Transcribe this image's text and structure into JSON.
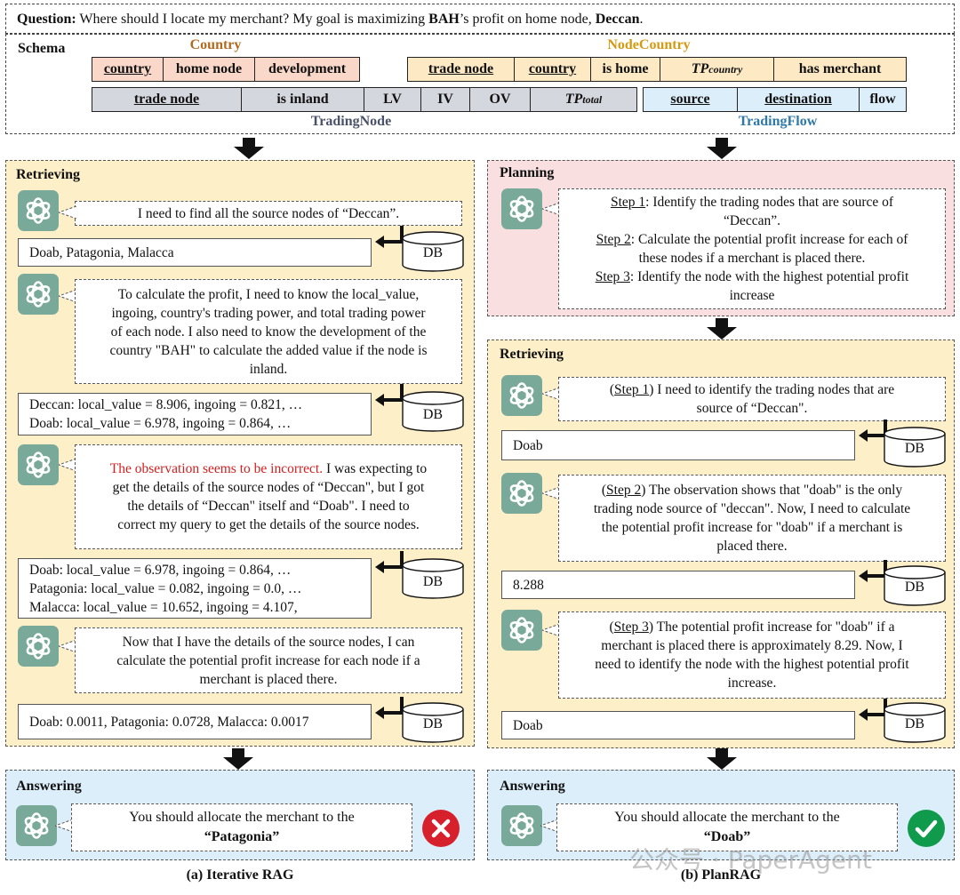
{
  "question": {
    "label": "Question:",
    "text_before": " Where should I locate my merchant? My goal is maximizing ",
    "bold_bah": "BAH",
    "text_mid": "’s profit on home node, ",
    "bold_deccan": "Deccan",
    "text_end": "."
  },
  "schema": {
    "label": "Schema",
    "country": {
      "name": "Country",
      "fields": [
        "country",
        "home node",
        "development"
      ]
    },
    "nodecountry": {
      "name": "NodeCountry",
      "fields": [
        "trade node",
        "country",
        "is home",
        "TP",
        "country",
        "has merchant"
      ]
    },
    "tradingnode": {
      "name": "TradingNode",
      "fields": [
        "trade node",
        "is inland",
        "LV",
        "IV",
        "OV",
        "TP",
        "total"
      ]
    },
    "tradingflow": {
      "name": "TradingFlow",
      "fields": [
        "source",
        "destination",
        "flow"
      ]
    },
    "colors": {
      "country": "#b36a1f",
      "nodecountry": "#d49a12",
      "tradingnode": "#4a5168",
      "tradingflow": "#2f79a8"
    }
  },
  "left": {
    "retrieving_title": "Retrieving",
    "b1": "I need to find all the source nodes of “Deccan”.",
    "o1": "Doab, Patagonia, Malacca",
    "b2": [
      "To calculate the profit, I need to know the local_value,",
      "ingoing, country's trading power, and total trading power",
      "of each node. I also need to know the development of the",
      "country \"BAH\" to calculate the added value if the node is",
      "inland."
    ],
    "o2": [
      "Deccan: local_value = 8.906, ingoing = 0.821, …",
      "Doab: local_value = 6.978, ingoing = 0.864, …"
    ],
    "b3_red": "The observation seems to be incorrect.",
    "b3_rest": [
      " I was expecting to",
      "get the details of the source nodes of “Deccan\", but I got",
      "the details of “Deccan\" itself and “Doab\". I need to",
      "correct my query to get the details of the source nodes."
    ],
    "o3": [
      "Doab: local_value = 6.978, ingoing = 0.864, …",
      "Patagonia: local_value = 0.082, ingoing = 0.0, …",
      "Malacca: local_value = 10.652, ingoing = 4.107,"
    ],
    "b4": [
      "Now that I have the details of the source nodes, I can",
      "calculate the potential profit increase for each node if a",
      "merchant is placed there."
    ],
    "o4": "Doab: 0.0011, Patagonia: 0.0728, Malacca: 0.0017",
    "answering_title": "Answering",
    "answer_line1": "You should allocate the merchant to the",
    "answer_line2": "“Patagonia”",
    "caption": "(a) Iterative RAG",
    "db": "DB"
  },
  "right": {
    "planning_title": "Planning",
    "step1_label": "Step 1",
    "step1_text": ": Identify the trading nodes that are source of",
    "step1_text2": "“Deccan”.",
    "step2_label": "Step 2",
    "step2_text": ": Calculate the potential profit increase for each of",
    "step2_text2": "these nodes if a merchant is placed there.",
    "step3_label": "Step 3",
    "step3_text": ": Identify the node with the highest potential profit",
    "step3_text2": "increase",
    "retrieving_title": "Retrieving",
    "r1_label": "Step 1",
    "r1_line1": ") I need to identify the trading nodes that are",
    "r1_line2": "source of “Deccan\".",
    "o1": "Doab",
    "r2_label": "Step 2",
    "r2_line1": ") The observation shows that \"doab\" is the only",
    "r2_lines": [
      "trading node source of \"deccan\". Now, I need to calculate",
      "the potential profit increase for \"doab\" if a merchant is",
      "placed there."
    ],
    "o2": "8.288",
    "r3_label": "Step 3",
    "r3_line1": ") The potential profit increase for \"doab\" if a",
    "r3_lines": [
      "merchant is placed there is approximately 8.29. Now, I",
      "need to identify the node with the highest potential profit",
      "increase."
    ],
    "o3": "Doab",
    "answering_title": "Answering",
    "answer_line1": "You should allocate the merchant to the",
    "answer_line2": "“Doab”",
    "caption": "(b) PlanRAG",
    "db": "DB"
  },
  "watermark": "公众号 · PaperAgent"
}
